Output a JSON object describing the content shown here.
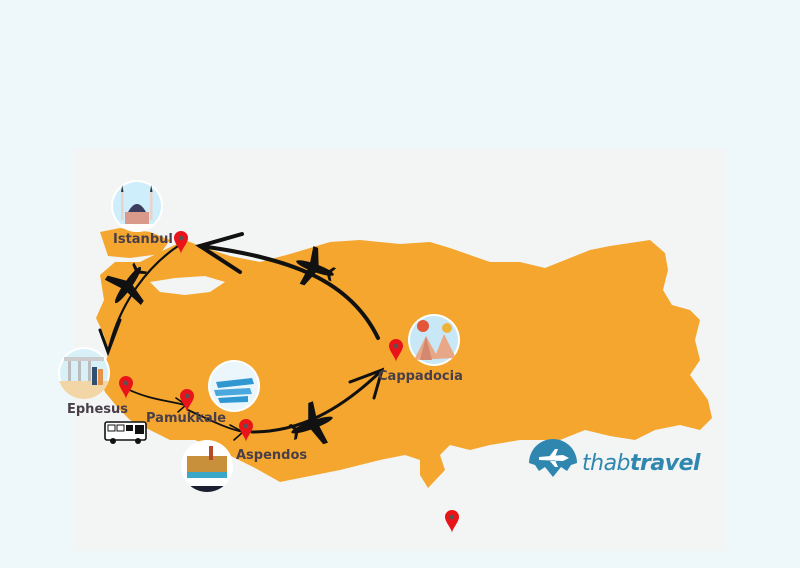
{
  "map": {
    "land_color": "#f4a62e",
    "background_color": "#eef7fa",
    "panel_color": "#f3f5f5",
    "pin_color": "#e8141a",
    "route_color": "#111111"
  },
  "destinations": [
    {
      "name": "Istanbul",
      "icon": "mosque-icon"
    },
    {
      "name": "Ephesus",
      "icon": "ruins-tourists-icon"
    },
    {
      "name": "Pamukkale",
      "icon": "travertine-terraces-icon"
    },
    {
      "name": "Aspendos",
      "icon": "antalya-city-icon"
    },
    {
      "name": "Cappadocia",
      "icon": "hot-air-balloons-icon"
    }
  ],
  "transport": {
    "plane": "airplane-icon",
    "bus": "bus-icon"
  },
  "brand": {
    "name_light": "thab",
    "name_bold": "travel",
    "color": "#2f87b0"
  }
}
